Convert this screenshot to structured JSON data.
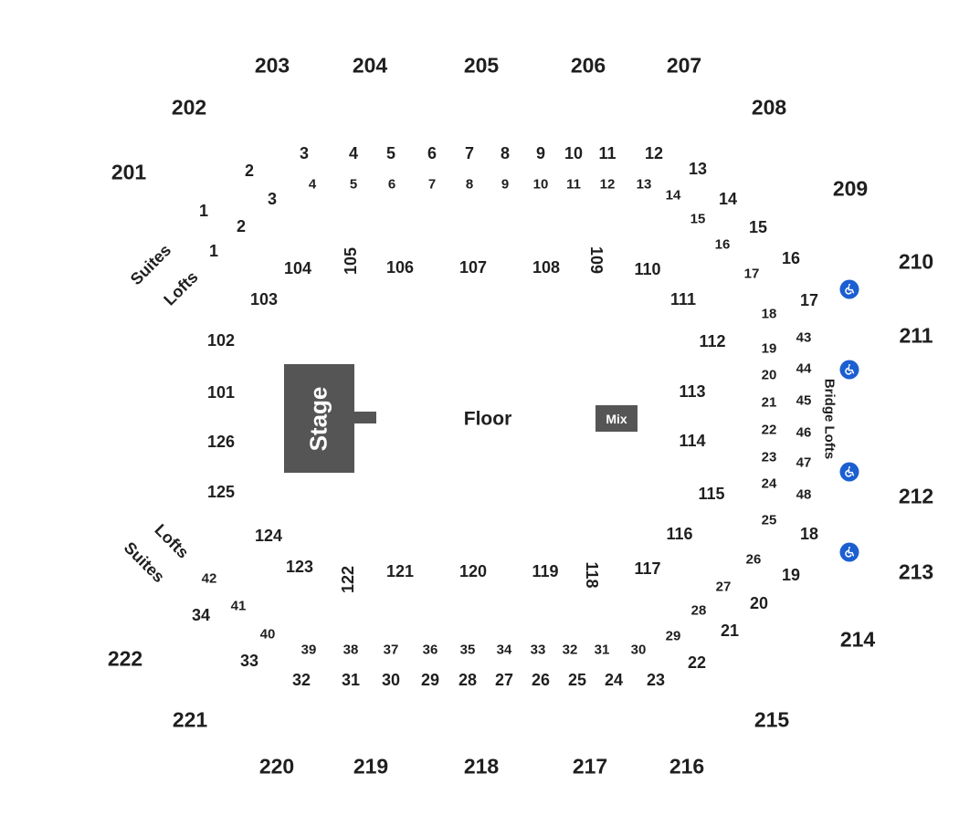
{
  "stage_label": "Stage",
  "floor_label": "Floor",
  "mix_label": "Mix",
  "bridge_lofts_label": "Bridge Lofts",
  "upper_sections": [
    "201",
    "202",
    "203",
    "204",
    "205",
    "206",
    "207",
    "208",
    "209",
    "210",
    "211",
    "212",
    "213",
    "214",
    "215",
    "216",
    "217",
    "218",
    "219",
    "220",
    "221",
    "222"
  ],
  "lower_sections": [
    "101",
    "102",
    "103",
    "104",
    "105",
    "106",
    "107",
    "108",
    "109",
    "110",
    "111",
    "112",
    "113",
    "114",
    "115",
    "116",
    "117",
    "118",
    "119",
    "120",
    "121",
    "122",
    "123",
    "124",
    "125",
    "126"
  ],
  "suites": [
    "1",
    "2",
    "3",
    "4",
    "5",
    "6",
    "7",
    "8",
    "9",
    "10",
    "11",
    "12",
    "13",
    "14",
    "15",
    "16",
    "17",
    "18",
    "19",
    "20",
    "21",
    "22",
    "23",
    "24",
    "25",
    "26",
    "27",
    "28",
    "29",
    "30",
    "31",
    "32",
    "33",
    "34",
    "35",
    "36",
    "37",
    "38",
    "39",
    "40",
    "41",
    "42",
    "43",
    "44",
    "45",
    "46",
    "47",
    "48"
  ],
  "suites_top_lofts": [
    "1",
    "2",
    "3",
    "4",
    "5",
    "6",
    "7",
    "8",
    "9",
    "10",
    "11",
    "12",
    "13",
    "14",
    "15",
    "16",
    "17"
  ],
  "suites_bottom_lofts": [
    "18",
    "19",
    "20",
    "21",
    "22",
    "23",
    "24",
    "25",
    "26",
    "27",
    "28",
    "29",
    "30",
    "31",
    "32",
    "33",
    "34"
  ],
  "side_labels": {
    "suites": "Suites",
    "lofts": "Lofts"
  },
  "accessible_icon": "wheelchair-icon"
}
